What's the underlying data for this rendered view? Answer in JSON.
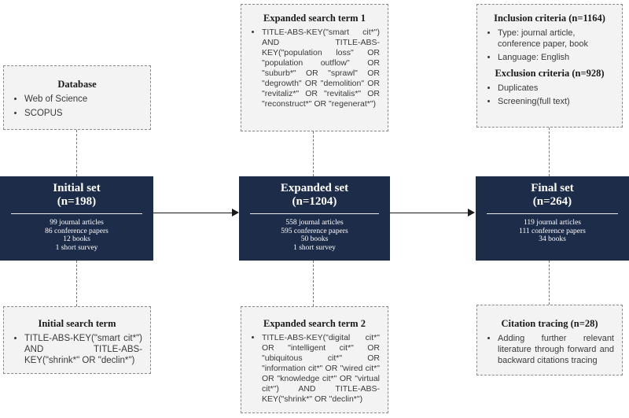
{
  "database": {
    "title": "Database",
    "items": [
      "Web of Science",
      "SCOPUS"
    ]
  },
  "initial_set": {
    "title": "Initial set",
    "count": "(n=198)",
    "items": [
      "99 journal articles",
      "86 conference papers",
      "12 books",
      "1 short survey"
    ]
  },
  "initial_search": {
    "title": "Initial search term",
    "items": [
      "TITLE-ABS-KEY(\"smart cit*\") AND TITLE-ABS-KEY(\"shrink*\" OR \"declin*\")"
    ]
  },
  "expanded_term1": {
    "title": "Expanded search term 1",
    "items": [
      "TITLE-ABS-KEY(\"smart cit*\") AND TITLE-ABS-KEY(\"population loss\" OR \"population outflow\" OR \"suburb*\" OR \"sprawl\" OR \"degrowth\" OR \"demolition\" OR \"revitaliz*\" OR \"revitalis*\" OR \"reconstruct*\" OR \"regenerat*\")"
    ]
  },
  "expanded_set": {
    "title": "Expanded set",
    "count": "(n=1204)",
    "items": [
      "558 journal articles",
      "595 conference papers",
      "50 books",
      "1 short survey"
    ]
  },
  "expanded_term2": {
    "title": "Expanded search term 2",
    "items": [
      "TITLE-ABS-KEY(\"digital cit*\" OR \"intelligent cit*\" OR \"ubiquitous cit*\" OR \"information cit*\" OR \"wired cit*\" OR \"knowledge cit*\" OR \"virtual cit*\") AND TITLE-ABS-KEY(\"shrink*\" OR \"declin*\")"
    ]
  },
  "inclusion": {
    "title": "Inclusion criteria (n=1164)",
    "items": [
      "Type: journal article, conference paper, book",
      "Language: English"
    ]
  },
  "exclusion": {
    "title": "Exclusion criteria (n=928)",
    "items": [
      "Duplicates",
      "Screening(full text)"
    ]
  },
  "final_set": {
    "title": "Final set",
    "count": "(n=264)",
    "items": [
      "119 journal articles",
      "111 conference papers",
      "34 books"
    ]
  },
  "citation": {
    "title": "Citation tracing (n=28)",
    "items": [
      "Adding further relevant literature through forward and backward citations tracing"
    ]
  }
}
